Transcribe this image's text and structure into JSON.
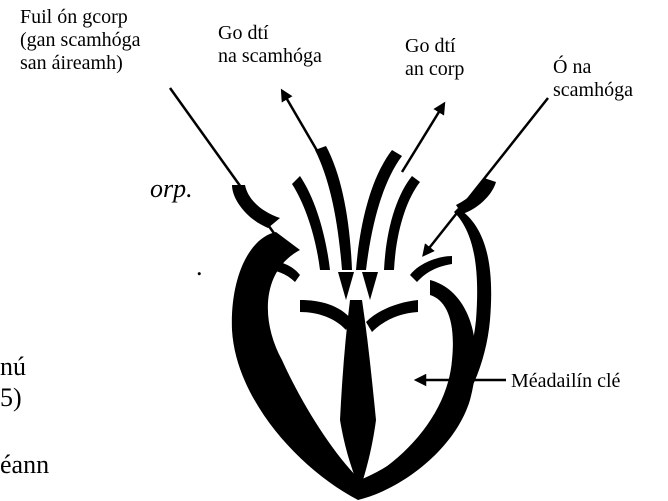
{
  "labels": {
    "blood_from_body": "Fuil ón gcorp\n(gan scamhóga\nsan áireamh)",
    "to_lungs": "Go dtí\nna scamhóga",
    "to_body": "Go dtí\nan corp",
    "from_lungs": "Ó na\nscamhóga",
    "left_ventricle": "Méadailín clé"
  },
  "page_fragments": {
    "line1": "orp.",
    "line2": ".",
    "line3": "nú",
    "line4": "5)",
    "line5": "éann"
  }
}
